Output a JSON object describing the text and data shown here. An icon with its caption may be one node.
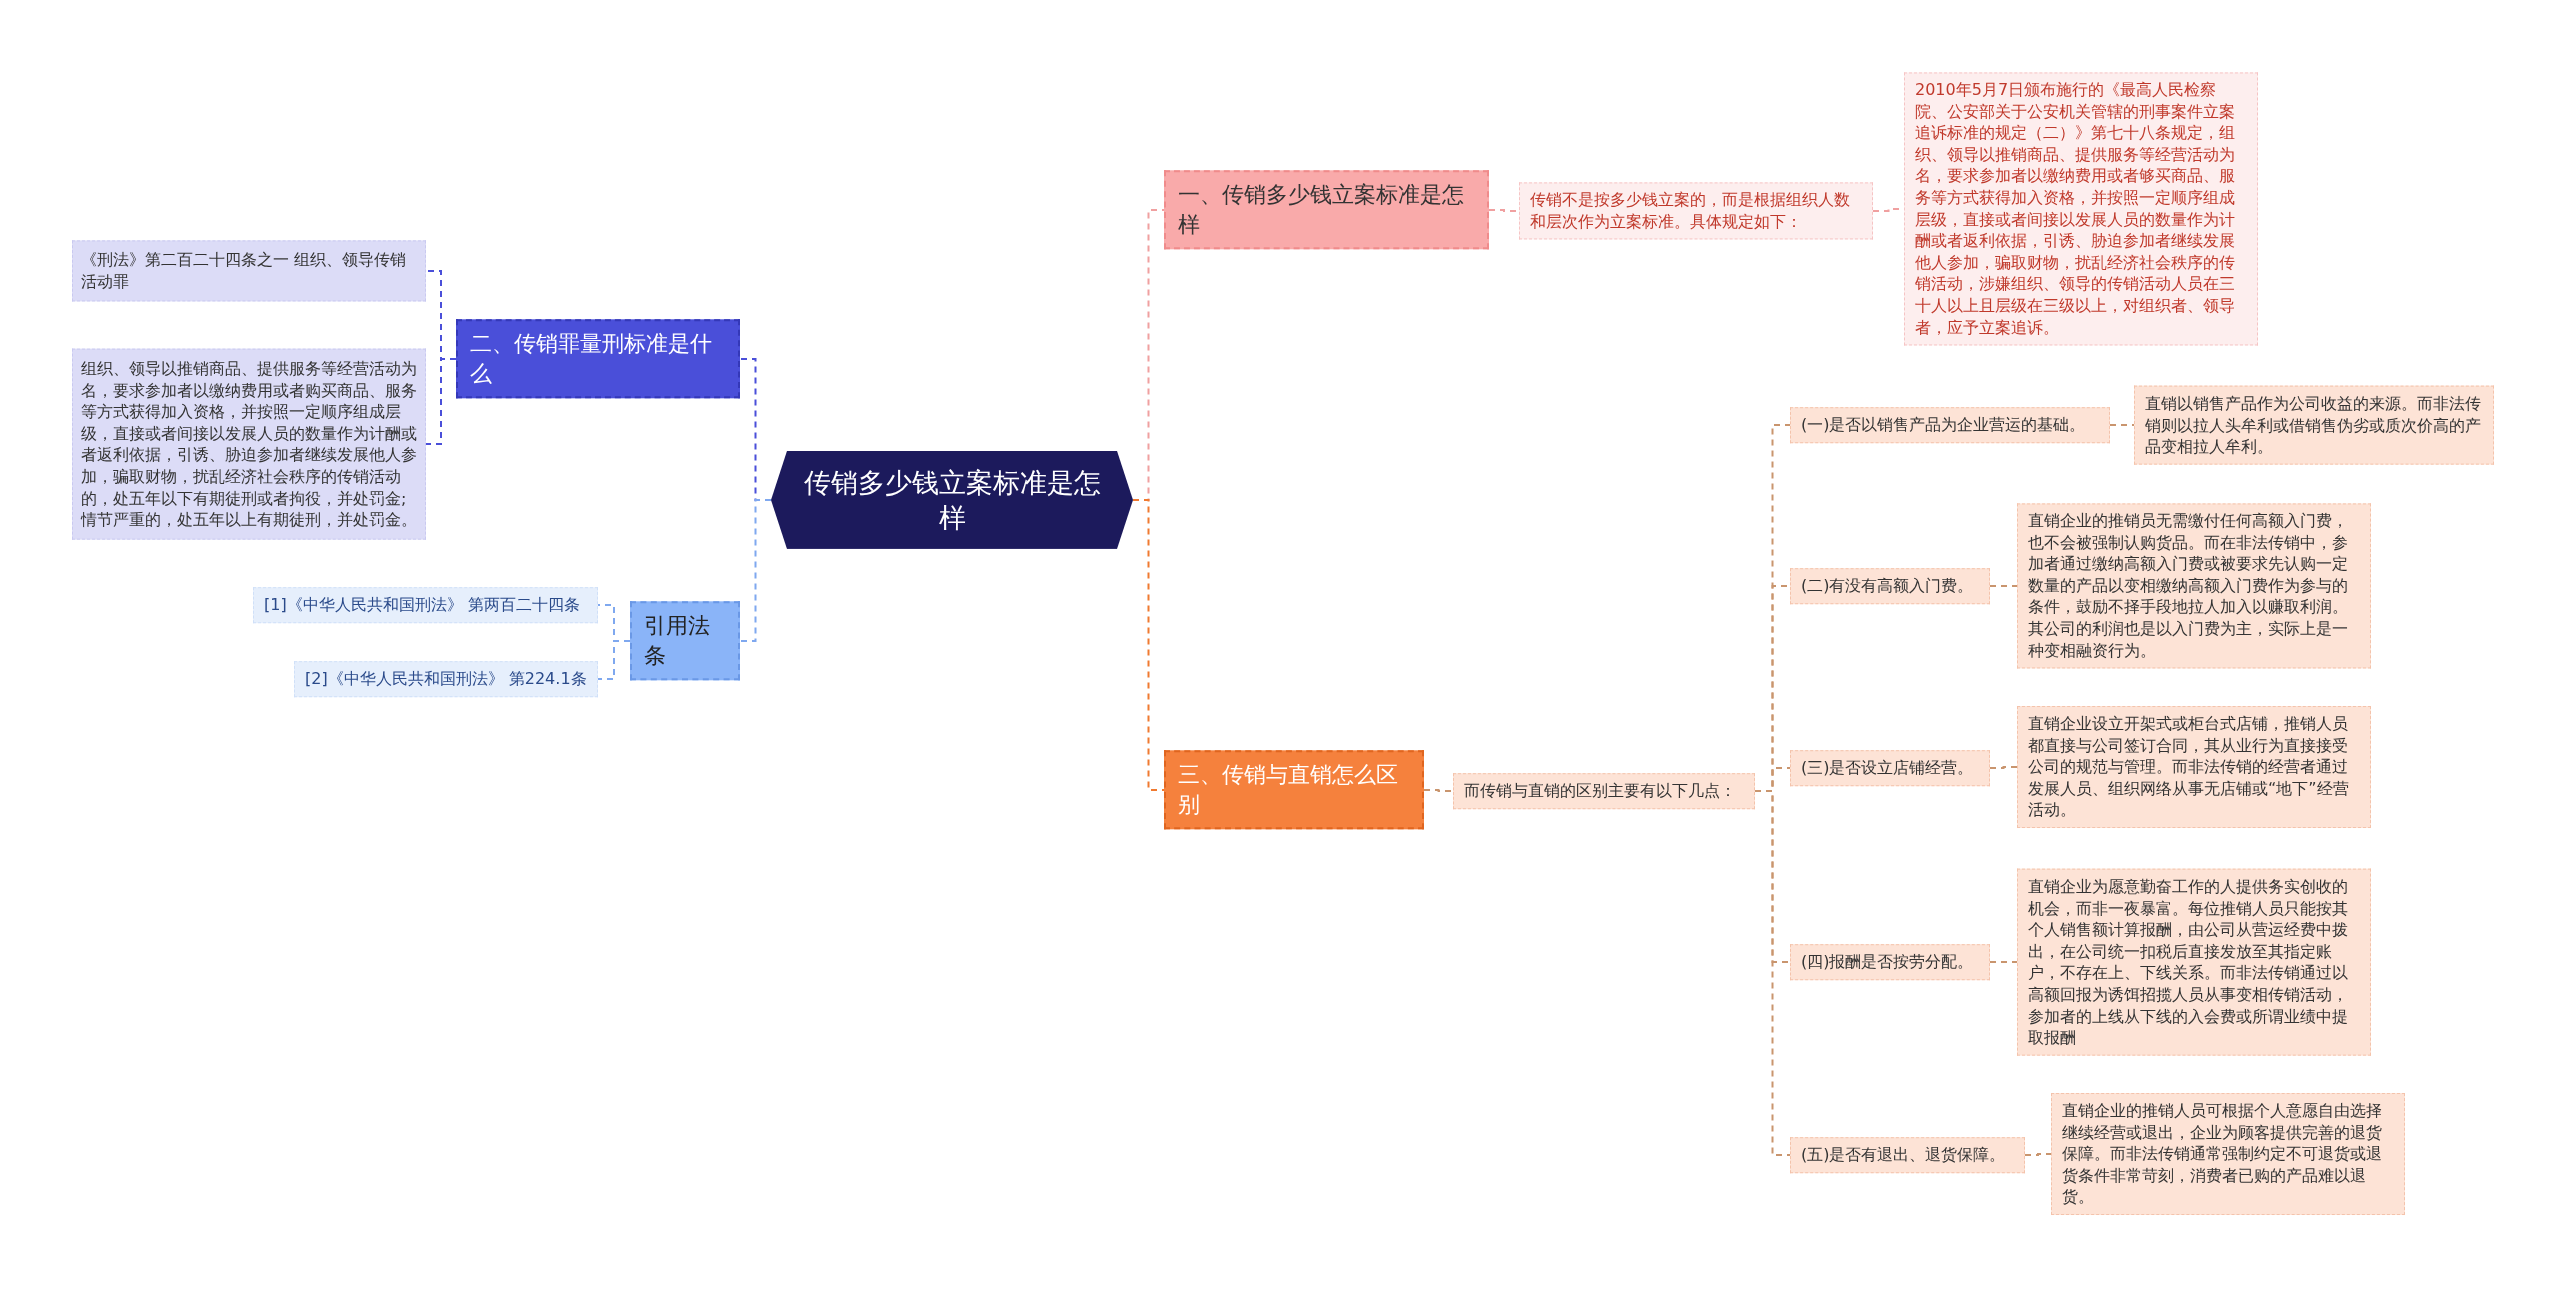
{
  "diagram": {
    "nodes": [
      {
        "text": [
          "传销多少钱立案标准是怎样"
        ]
      },
      {
        "text": [
          "一、传销多少钱立案标准是怎样"
        ]
      },
      {
        "text": [
          "传销不是按多少钱立案的，而是根据组织人数和层次作为立案标准。具体规定如下："
        ]
      },
      {
        "text": [
          "2010年5月7日颁布施行的《最高人民检察院、公安部关于公安机关管辖的刑事案件立案追诉标准的规定（二）》第七十八条规定，组织、领导以推销商品、提供服务等经营活动为名，要求参加者以缴纳费用或者够买商品、服务等方式获得加入资格，并按照一定顺序组成层级，直接或者间接以发展人员的数量作为计酬或者返利依据，引诱、胁迫参加者继续发展他人参加，骗取财物，扰乱经济社会秩序的传销活动，涉嫌组织、领导的传销活动人员在三十人以上且层级在三级以上，对组织者、领导者，应予立案追诉。"
        ]
      },
      {
        "text": [
          "二、传销罪量刑标准是什么"
        ]
      },
      {
        "text": [
          "《刑法》第二百二十四条之一 组织、领导传销活动罪"
        ]
      },
      {
        "text": [
          "组织、领导以推销商品、提供服务等经营活动为名，要求参加者以缴纳费用或者购买商品、服务等方式获得加入资格，并按照一定顺序组成层级，直接或者间接以发展人员的数量作为计酬或者返利依据，引诱、胁迫参加者继续发展他人参加，骗取财物，扰乱经济社会秩序的传销活动的，处五年以下有期徒刑或者拘役，并处罚金;情节严重的，处五年以上有期徒刑，并处罚金。"
        ]
      },
      {
        "text": [
          "引用法条"
        ]
      },
      {
        "text": [
          "[1]《中华人民共和国刑法》 第两百二十四条"
        ]
      },
      {
        "text": [
          "[2]《中华人民共和国刑法》 第224.1条"
        ]
      },
      {
        "text": [
          "三、传销与直销怎么区别"
        ]
      },
      {
        "text": [
          "而传销与直销的区别主要有以下几点："
        ]
      },
      {
        "text": [
          "(一)是否以销售产品为企业营运的基础。"
        ]
      },
      {
        "text": [
          "直销以销售产品作为公司收益的来源。而非法传销则以拉人头牟利或借销售伪劣或质次价高的产品变相拉人牟利。"
        ]
      },
      {
        "text": [
          "(二)有没有高额入门费。"
        ]
      },
      {
        "text": [
          "直销企业的推销员无需缴付任何高额入门费，也不会被强制认购货品。而在非法传销中，参加者通过缴纳高额入门费或被要求先认购一定数量的产品以变相缴纳高额入门费作为参与的条件，鼓励不择手段地拉人加入以赚取利润。其公司的利润也是以入门费为主，实际上是一种变相融资行为。"
        ]
      },
      {
        "text": [
          "(三)是否设立店铺经营。"
        ]
      },
      {
        "text": [
          "直销企业设立开架式或柜台式店铺，推销人员都直接与公司签订合同，其从业行为直接接受公司的规范与管理。而非法传销的经营者通过发展人员、组织网络从事无店铺或“地下”经营活动。"
        ]
      },
      {
        "text": [
          "(四)报酬是否按劳分配。"
        ]
      },
      {
        "text": [
          "直销企业为愿意勤奋工作的人提供务实创收的机会，而非一夜暴富。每位推销人员只能按其个人销售额计算报酬，由公司从营运经费中拨出，在公司统一扣税后直接发放至其指定账户，不存在上、下线关系。而非法传销通过以高额回报为诱饵招揽人员从事变相传销活动，参加者的上线从下线的入会费或所谓业绩中提取报酬"
        ]
      },
      {
        "text": [
          "(五)是否有退出、退货保障。"
        ]
      },
      {
        "text": [
          "直销企业的推销人员可根据个人意愿自由选择继续经营或退出，企业为顾客提供完善的退货保障。而非法传销通常强制约定不可退货或退货条件非常苛刻，消费者已购的产品难以退货。"
        ]
      }
    ],
    "edges": [
      {
        "from": 0,
        "to": 1,
        "arrow": "none",
        "style": "dashed",
        "color": "#f0a0a0"
      },
      {
        "from": 1,
        "to": 2,
        "arrow": "none",
        "style": "dashed",
        "color": "#f0a0a0"
      },
      {
        "from": 2,
        "to": 3,
        "arrow": "none",
        "style": "dashed",
        "color": "#f0a0a0"
      },
      {
        "from": 0,
        "to": 4,
        "arrow": "none",
        "style": "dashed",
        "color": "#4a4fd9"
      },
      {
        "from": 4,
        "to": 5,
        "arrow": "none",
        "style": "dashed",
        "color": "#4a4fd9"
      },
      {
        "from": 4,
        "to": 6,
        "arrow": "none",
        "style": "dashed",
        "color": "#4a4fd9"
      },
      {
        "from": 0,
        "to": 7,
        "arrow": "none",
        "style": "dashed",
        "color": "#7fa8ef"
      },
      {
        "from": 7,
        "to": 8,
        "arrow": "none",
        "style": "dashed",
        "color": "#7fa8ef"
      },
      {
        "from": 7,
        "to": 9,
        "arrow": "none",
        "style": "dashed",
        "color": "#7fa8ef"
      },
      {
        "from": 0,
        "to": 10,
        "arrow": "none",
        "style": "dashed",
        "color": "#f07a30"
      },
      {
        "from": 10,
        "to": 11,
        "arrow": "none",
        "style": "dashed"
      },
      {
        "from": 11,
        "to": 12,
        "arrow": "none",
        "style": "dashed"
      },
      {
        "from": 12,
        "to": 13,
        "arrow": "none",
        "style": "dashed"
      },
      {
        "from": 11,
        "to": 14,
        "arrow": "none",
        "style": "dashed"
      },
      {
        "from": 14,
        "to": 15,
        "arrow": "none",
        "style": "dashed"
      },
      {
        "from": 11,
        "to": 16,
        "arrow": "none",
        "style": "dashed"
      },
      {
        "from": 16,
        "to": 17,
        "arrow": "none",
        "style": "dashed"
      },
      {
        "from": 11,
        "to": 18,
        "arrow": "none",
        "style": "dashed"
      },
      {
        "from": 18,
        "to": 19,
        "arrow": "none",
        "style": "dashed"
      },
      {
        "from": 11,
        "to": 20,
        "arrow": "none",
        "style": "dashed"
      },
      {
        "from": 20,
        "to": 21,
        "arrow": "none",
        "style": "dashed"
      }
    ]
  }
}
